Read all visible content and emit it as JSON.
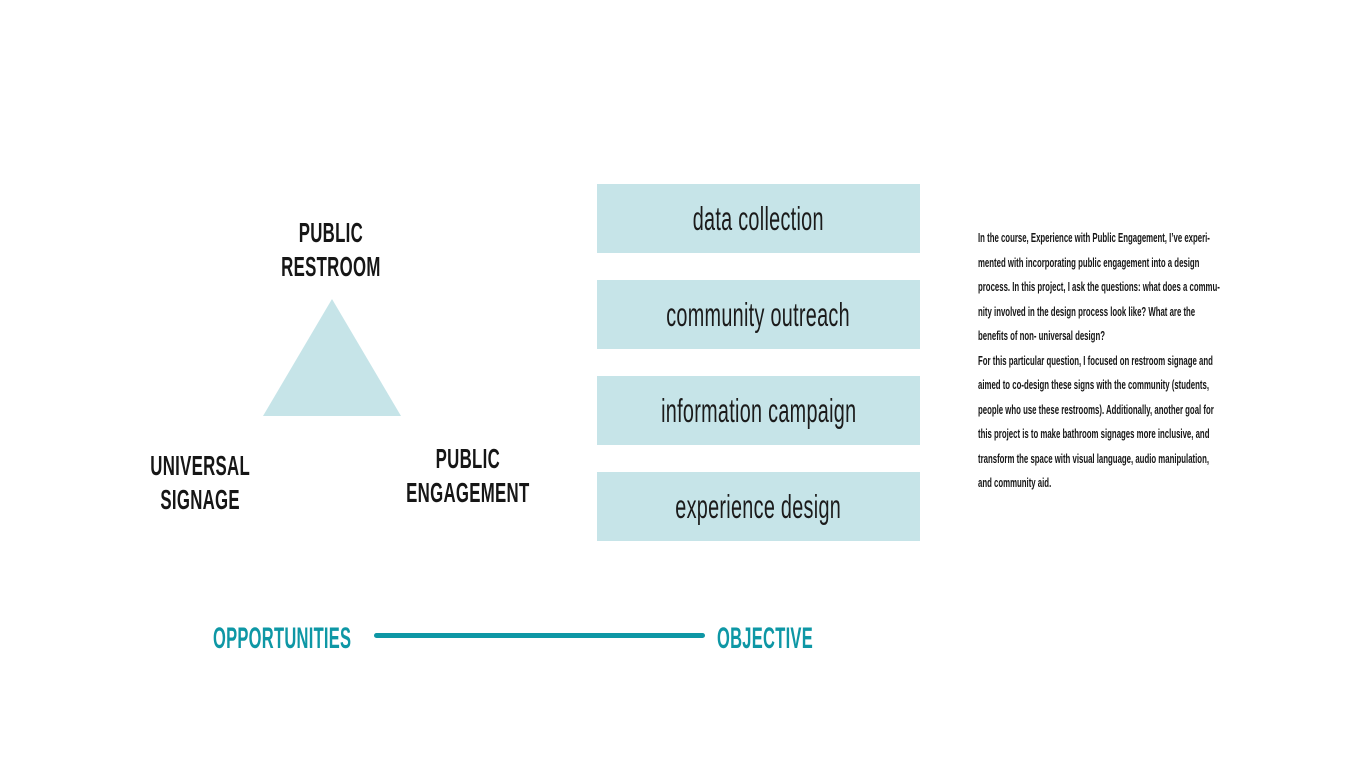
{
  "colors": {
    "accent_teal": "#0E97A5",
    "light_blue": "#C6E4E8",
    "text_black": "#161616"
  },
  "triangle_diagram": {
    "top_label": "PUBLIC\nRESTROOM",
    "left_label": "UNIVERSAL\nSIGNAGE",
    "right_label": "PUBLIC\nENGAGEMENT"
  },
  "methods": [
    {
      "label": "data collection"
    },
    {
      "label": "community outreach"
    },
    {
      "label": "information campaign"
    },
    {
      "label": "experience design"
    }
  ],
  "description": "In the course, Experience with Public Engagement, I’ve experi-\nmented with incorporating public engagement into a design\nprocess. In this project, I ask the questions: what does a commu-\nnity involved in the design process look like? What are the\nbenefits of non- universal design?\nFor this particular question, I focused on restroom signage and\naimed to co-design these signs with the community (students,\npeople who use these restrooms). Additionally, another goal for\nthis project is to make bathroom signages more inclusive, and\ntransform the space with visual language, audio manipulation,\nand community aid.",
  "footer": {
    "left_label": "OPPORTUNITIES",
    "right_label": "OBJECTIVE"
  }
}
